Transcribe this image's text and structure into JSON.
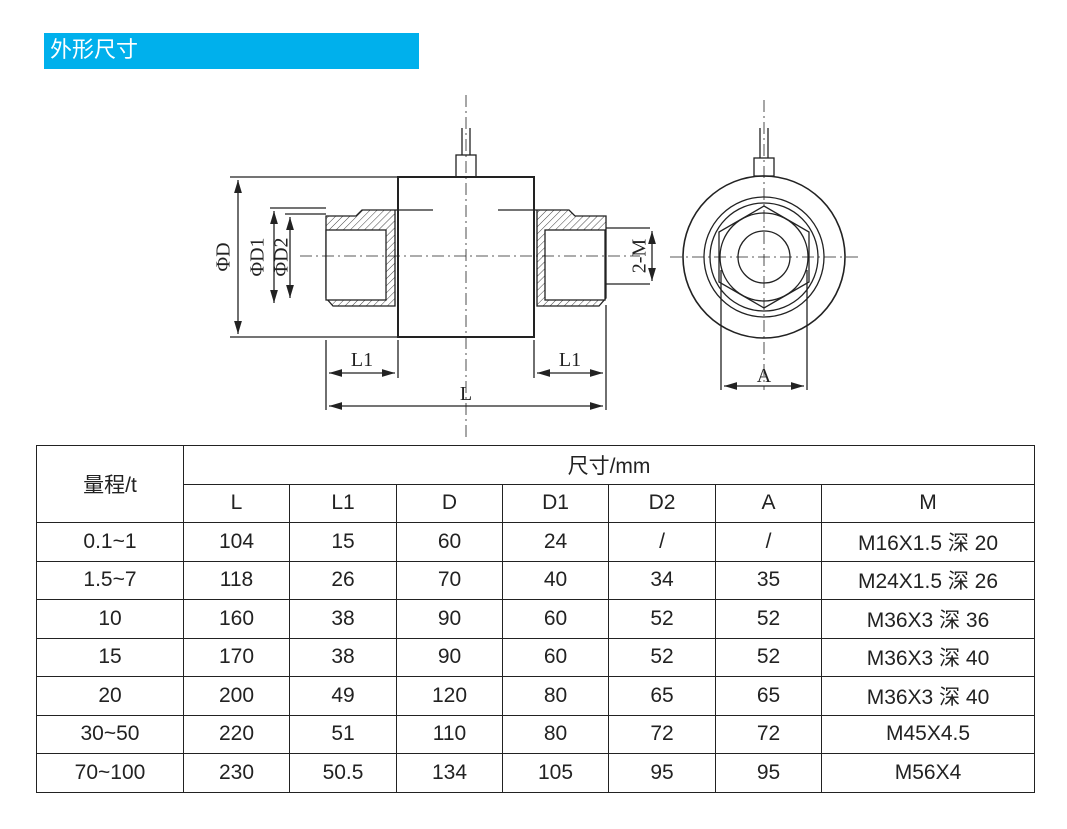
{
  "section_title": "外形尺寸",
  "drawing_labels": {
    "phi_d": "ΦD",
    "phi_d1": "ΦD1",
    "phi_d2": "ΦD2",
    "m": "2-M",
    "l1_left": "L1",
    "l1_right": "L1",
    "l": "L",
    "a": "A"
  },
  "table": {
    "range_header": "量程/t",
    "dims_header": "尺寸/mm",
    "columns": [
      "L",
      "L1",
      "D",
      "D1",
      "D2",
      "A",
      "M"
    ],
    "rows": [
      [
        "0.1~1",
        "104",
        "15",
        "60",
        "24",
        "/",
        "/",
        "M16X1.5 深 20"
      ],
      [
        "1.5~7",
        "118",
        "26",
        "70",
        "40",
        "34",
        "35",
        "M24X1.5 深 26"
      ],
      [
        "10",
        "160",
        "38",
        "90",
        "60",
        "52",
        "52",
        "M36X3 深 36"
      ],
      [
        "15",
        "170",
        "38",
        "90",
        "60",
        "52",
        "52",
        "M36X3 深 40"
      ],
      [
        "20",
        "200",
        "49",
        "120",
        "80",
        "65",
        "65",
        "M36X3 深 40"
      ],
      [
        "30~50",
        "220",
        "51",
        "110",
        "80",
        "72",
        "72",
        "M45X4.5"
      ],
      [
        "70~100",
        "230",
        "50.5",
        "134",
        "105",
        "95",
        "95",
        "M56X4"
      ]
    ]
  }
}
